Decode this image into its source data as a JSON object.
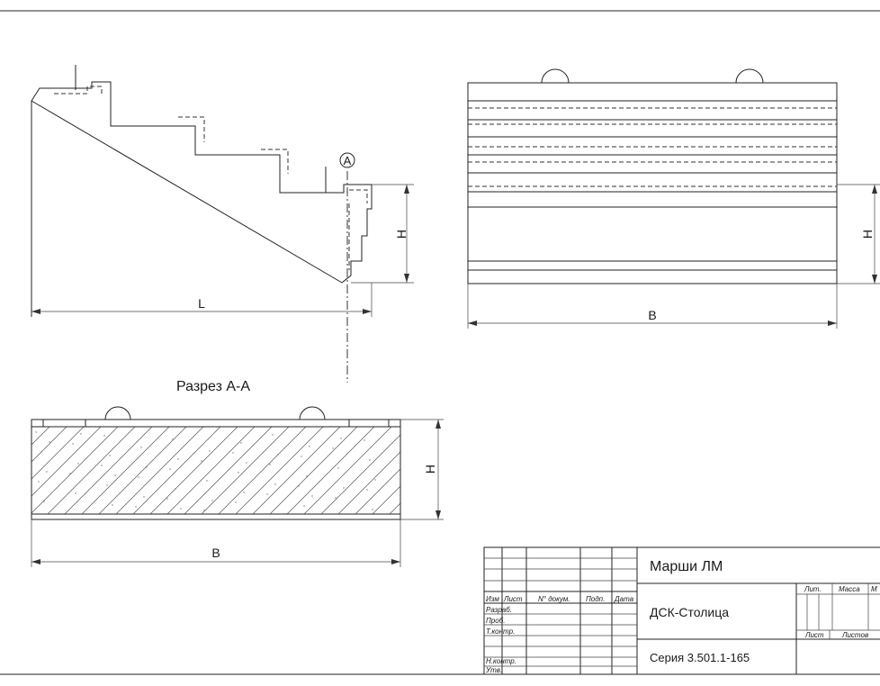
{
  "drawing": {
    "marker_label": "A",
    "section_title": "Разрез А-А"
  },
  "dimensions": {
    "side_height": "H",
    "side_length": "L",
    "plan_height": "H",
    "plan_width": "B",
    "section_height": "H",
    "section_width": "B"
  },
  "title_block": {
    "name": "Марши ЛМ",
    "organization": "ДСК-Столица",
    "series": "Серия 3.501.1-165",
    "col_headers": [
      "Изм",
      "Лист",
      "N° докум.",
      "Подп.",
      "Дата"
    ],
    "row_labels": [
      "Разраб.",
      "Проб.",
      "Т.контр.",
      "",
      "Н.контр.",
      "Утв."
    ],
    "lit_label": "Лит.",
    "mass_label": "Масса",
    "scale_label_partial": "М",
    "sheet_label": "Лист",
    "sheets_label": "Листов"
  }
}
